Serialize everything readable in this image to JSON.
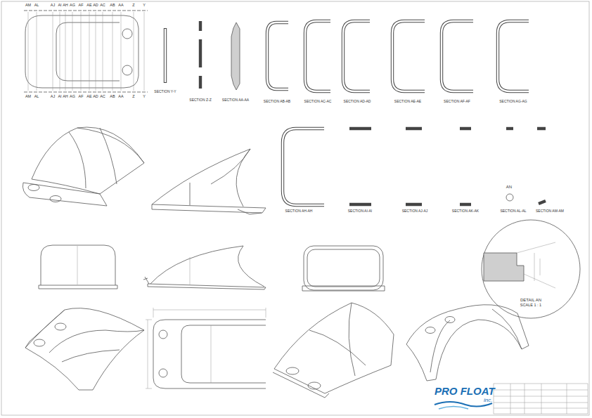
{
  "diagram": {
    "labels": [
      "AM",
      "AL",
      "AJ",
      "AI",
      "AH",
      "AG",
      "AF",
      "AE",
      "AD",
      "AC",
      "AB",
      "AA",
      "Z",
      "Y",
      "AM",
      "AL",
      "AJ",
      "AI",
      "AH",
      "AG",
      "AF",
      "AE",
      "AD",
      "AC",
      "AB",
      "AA",
      "Z",
      "Y",
      "SECTION Y-Y",
      "SECTION Z-Z",
      "SECTION AA-AA",
      "SECTION AB-AB",
      "SECTION AC-AC",
      "SECTION AD-AD",
      "SECTION AE-AE",
      "SECTION AF-AF",
      "SECTION AG-AG",
      "SECTION AH-AH",
      "SECTION AI-AI",
      "SECTION AJ-AJ",
      "SECTION AK-AK",
      "SECTION AL-AL",
      "SECTION AM-AM",
      "AN",
      "DETAIL AN",
      "SCALE 1 : 1",
      "PRO FLOAT",
      "inc."
    ]
  }
}
